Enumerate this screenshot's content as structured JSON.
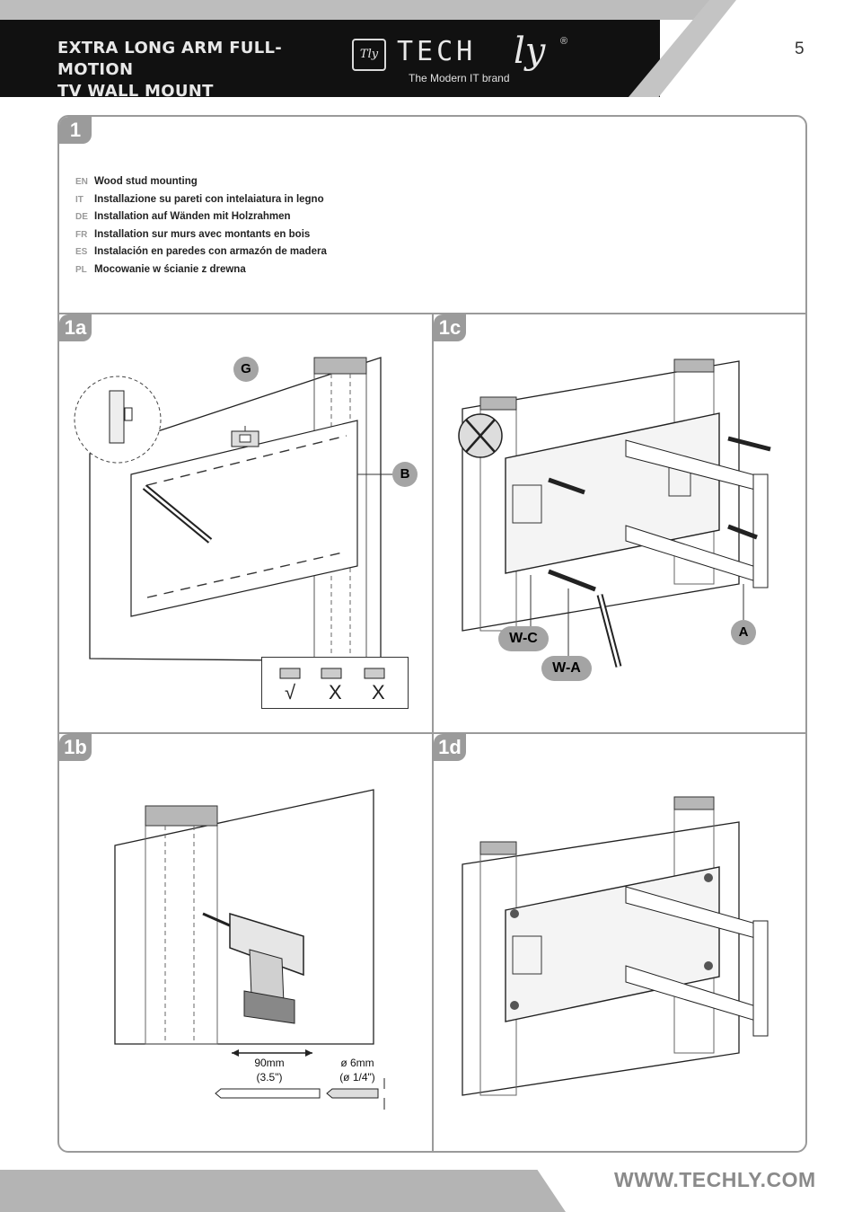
{
  "header": {
    "title_line1": "EXTRA LONG ARM FULL-MOTION",
    "title_line2": "TV WALL MOUNT",
    "logo_mark": "Tly",
    "logo_word": "TECH",
    "logo_script": "ly",
    "logo_registered": "®",
    "logo_tagline": "The Modern IT brand",
    "page_number": "5"
  },
  "step1": {
    "badge": "1",
    "languages": [
      {
        "code": "EN",
        "text": "Wood stud mounting"
      },
      {
        "code": "IT",
        "text": "Installazione su pareti con intelaiatura in legno"
      },
      {
        "code": "DE",
        "text": "Installation auf Wänden mit Holzrahmen"
      },
      {
        "code": "FR",
        "text": "Installation sur murs avec montants en bois"
      },
      {
        "code": "ES",
        "text": "Instalación en paredes con armazón de madera"
      },
      {
        "code": "PL",
        "text": "Mocowanie w ścianie z drewna"
      }
    ]
  },
  "step1a": {
    "badge": "1a",
    "label_g": "G",
    "label_b": "B",
    "level_marks": [
      "√",
      "X",
      "X"
    ]
  },
  "step1b": {
    "badge": "1b",
    "depth": "90mm",
    "depth_in": "(3.5\")",
    "diameter": "ø 6mm",
    "diameter_in": "(ø 1/4\")"
  },
  "step1c": {
    "badge": "1c",
    "label_wc": "W-C",
    "label_wa": "W-A",
    "label_a": "A"
  },
  "step1d": {
    "badge": "1d"
  },
  "footer": {
    "url": "WWW.TECHLY.COM"
  }
}
